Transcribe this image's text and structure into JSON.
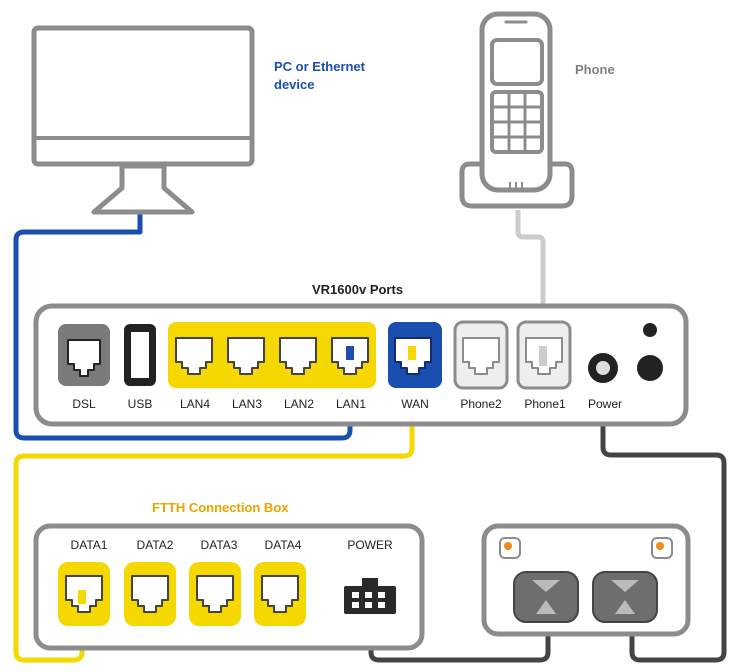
{
  "labels": {
    "pc": "PC or Ethernet device",
    "phone": "Phone",
    "router_title": "VR1600v Ports",
    "ftth_title": "FTTH Connection Box"
  },
  "router_ports": [
    {
      "id": "dsl",
      "label": "DSL"
    },
    {
      "id": "usb",
      "label": "USB"
    },
    {
      "id": "lan4",
      "label": "LAN4"
    },
    {
      "id": "lan3",
      "label": "LAN3"
    },
    {
      "id": "lan2",
      "label": "LAN2"
    },
    {
      "id": "lan1",
      "label": "LAN1"
    },
    {
      "id": "wan",
      "label": "WAN"
    },
    {
      "id": "phone2",
      "label": "Phone2"
    },
    {
      "id": "phone1",
      "label": "Phone1"
    },
    {
      "id": "power",
      "label": "Power"
    }
  ],
  "ftth_ports": [
    {
      "id": "data1",
      "label": "DATA1"
    },
    {
      "id": "data2",
      "label": "DATA2"
    },
    {
      "id": "data3",
      "label": "DATA3"
    },
    {
      "id": "data4",
      "label": "DATA4"
    },
    {
      "id": "power",
      "label": "POWER"
    }
  ],
  "colors": {
    "outline": "#8c8c8c",
    "lan_yellow": "#f5d800",
    "wan_blue": "#1a4fb0",
    "ethernet_cable": "#1a4fb0",
    "fibre_cable": "#f5d800",
    "phone_cable": "#cccccc",
    "power_cable": "#444444",
    "led_orange": "#f08a1c",
    "dsl_grey": "#7a7a7a",
    "ftth_title": "#e8a400"
  }
}
